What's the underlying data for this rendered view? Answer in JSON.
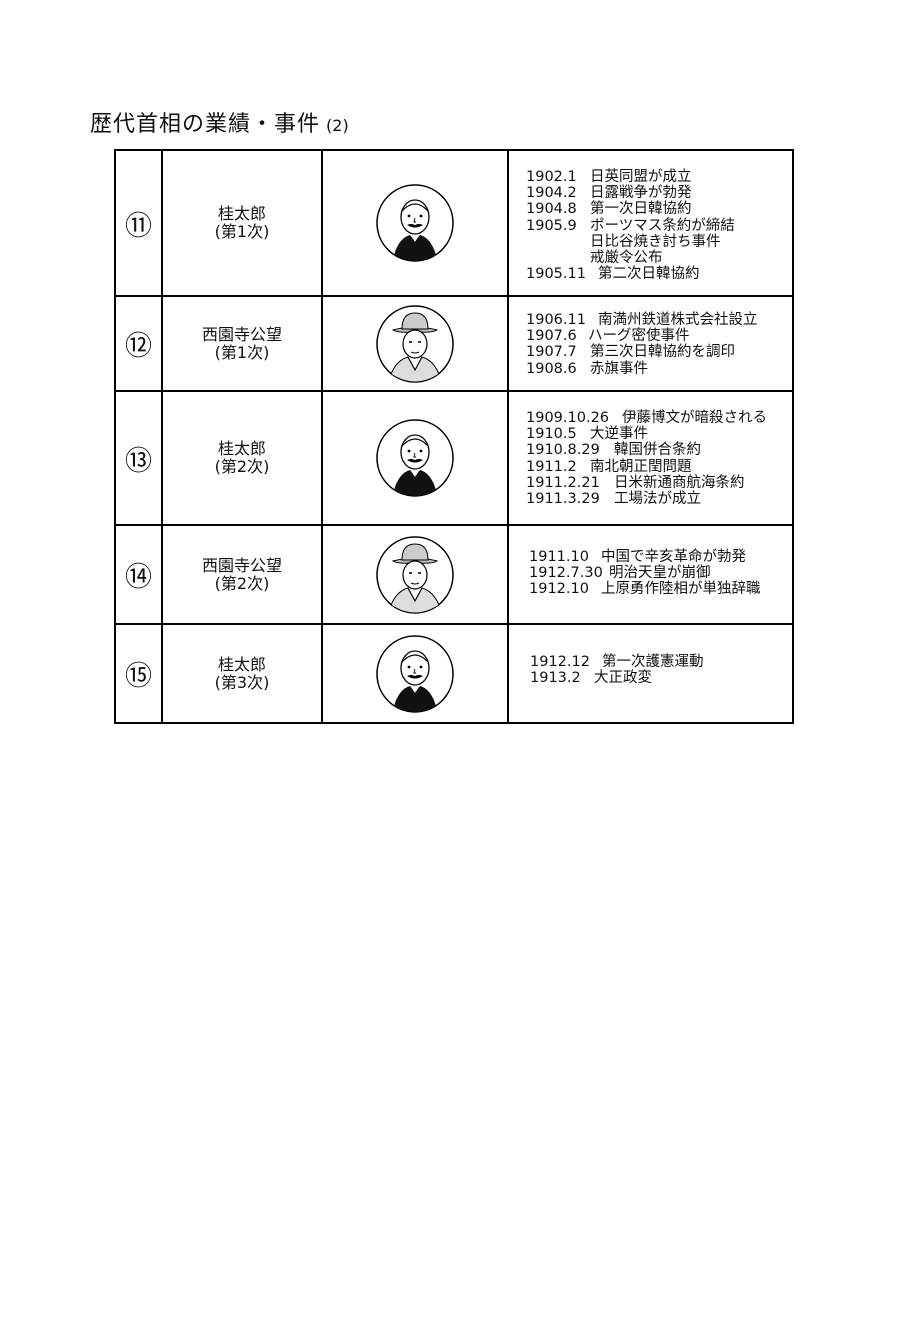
{
  "title": {
    "main": "歴代首相の業績・事件",
    "sub": "(2)"
  },
  "rows": [
    {
      "number": "⑪",
      "name": "桂太郎",
      "term": "(第1次)",
      "portrait_icon": "katsura-portrait-icon",
      "events": [
        {
          "date": "1902.1",
          "text": "日英同盟が成立"
        },
        {
          "date": "1904.2",
          "text": "日露戦争が勃発"
        },
        {
          "date": "1904.8",
          "text": "第一次日韓協約"
        },
        {
          "date": "1905.9",
          "text": "ポーツマス条約が締結"
        },
        {
          "date": "",
          "text": "日比谷焼き討ち事件"
        },
        {
          "date": "",
          "text": "戒厳令公布"
        },
        {
          "date": "1905.11",
          "text": "第二次日韓協約"
        }
      ]
    },
    {
      "number": "⑫",
      "name": "西園寺公望",
      "term": "(第1次)",
      "portrait_icon": "saionji-portrait-icon",
      "events": [
        {
          "date": "1906.11",
          "text": "南満州鉄道株式会社設立"
        },
        {
          "date": "1907.6",
          "text": "ハーグ密使事件"
        },
        {
          "date": "1907.7",
          "text": "第三次日韓協約を調印"
        },
        {
          "date": "1908.6",
          "text": "赤旗事件"
        }
      ]
    },
    {
      "number": "⑬",
      "name": "桂太郎",
      "term": "(第2次)",
      "portrait_icon": "katsura-portrait-icon",
      "events": [
        {
          "date": "1909.10.26",
          "text": "伊藤博文が暗殺される"
        },
        {
          "date": "1910.5",
          "text": "大逆事件"
        },
        {
          "date": "1910.8.29",
          "text": "韓国併合条約"
        },
        {
          "date": "1911.2",
          "text": "南北朝正閏問題"
        },
        {
          "date": "1911.2.21",
          "text": "日米新通商航海条約"
        },
        {
          "date": "1911.3.29",
          "text": "工場法が成立"
        }
      ]
    },
    {
      "number": "⑭",
      "name": "西園寺公望",
      "term": "(第2次)",
      "portrait_icon": "saionji-portrait-icon",
      "events": [
        {
          "date": "1911.10",
          "text": "中国で辛亥革命が勃発"
        },
        {
          "date": "1912.7.30",
          "text": "明治天皇が崩御"
        },
        {
          "date": "1912.10",
          "text": "上原勇作陸相が単独辞職"
        }
      ]
    },
    {
      "number": "⑮",
      "name": "桂太郎",
      "term": "(第3次)",
      "portrait_icon": "katsura-portrait-icon",
      "events": [
        {
          "date": "1912.12",
          "text": "第一次護憲運動"
        },
        {
          "date": "1913.2",
          "text": "大正政変"
        }
      ]
    }
  ]
}
